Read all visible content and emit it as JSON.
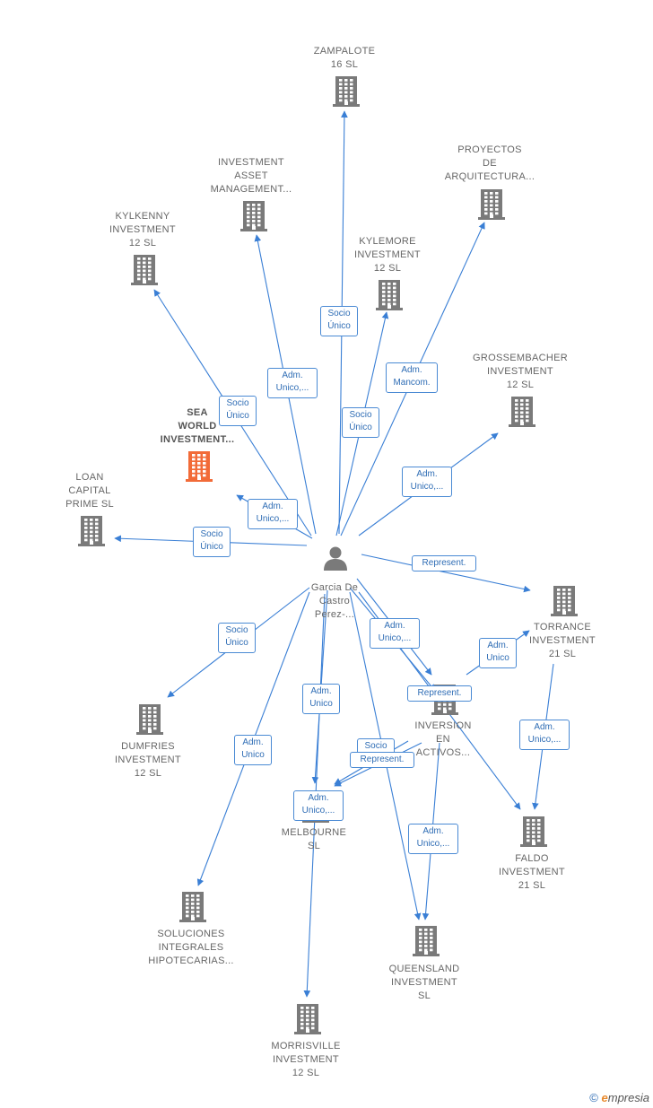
{
  "colors": {
    "edge": "#3a7fd5",
    "building": "#7a7a7a",
    "highlight": "#f26b38",
    "person": "#7a7a7a"
  },
  "center": {
    "id": "center",
    "label": "Garcia De\nCastro\nPerez-...",
    "icon": "person-icon"
  },
  "nodes": [
    {
      "id": "zampalote",
      "label": "ZAMPALOTE\n16  SL",
      "icon": "building-icon"
    },
    {
      "id": "investment-asset",
      "label": "INVESTMENT\nASSET\nMANAGEMENT...",
      "icon": "building-icon"
    },
    {
      "id": "proyectos",
      "label": "PROYECTOS\nDE\nARQUITECTURA...",
      "icon": "building-icon"
    },
    {
      "id": "kylkenny",
      "label": "KYLKENNY\nINVESTMENT\n12  SL",
      "icon": "building-icon"
    },
    {
      "id": "kylemore",
      "label": "KYLEMORE\nINVESTMENT\n12  SL",
      "icon": "building-icon"
    },
    {
      "id": "grossembacher",
      "label": "GROSSEMBACHER\nINVESTMENT\n12  SL",
      "icon": "building-icon"
    },
    {
      "id": "sea-world",
      "label": "SEA\nWORLD\nINVESTMENT...",
      "icon": "building-icon",
      "highlight": true
    },
    {
      "id": "loan-capital",
      "label": "LOAN\nCAPITAL\nPRIME  SL",
      "icon": "building-icon"
    },
    {
      "id": "torrance",
      "label": "TORRANCE\nINVESTMENT\n21  SL",
      "icon": "building-icon"
    },
    {
      "id": "inversion",
      "label": "INVERSION\nEN\nACTIVOS...",
      "icon": "building-icon"
    },
    {
      "id": "dumfries",
      "label": "DUMFRIES\nINVESTMENT\n12  SL",
      "icon": "building-icon"
    },
    {
      "id": "melbourne",
      "label": "MELBOURNE\nSL",
      "icon": "building-icon"
    },
    {
      "id": "faldo",
      "label": "FALDO\nINVESTMENT\n21  SL",
      "icon": "building-icon"
    },
    {
      "id": "soluciones",
      "label": "SOLUCIONES\nINTEGRALES\nHIPOTECARIAS...",
      "icon": "building-icon"
    },
    {
      "id": "queensland",
      "label": "QUEENSLAND\nINVESTMENT\nSL",
      "icon": "building-icon"
    },
    {
      "id": "morrisville",
      "label": "MORRISVILLE\nINVESTMENT\n12  SL",
      "icon": "building-icon"
    }
  ],
  "edges": [
    {
      "from": "center",
      "to": "zampalote",
      "label": "Socio\nÚnico"
    },
    {
      "from": "center",
      "to": "investment-asset",
      "label": "Adm.\nUnico,..."
    },
    {
      "from": "center",
      "to": "proyectos",
      "label": "Adm.\nMancom."
    },
    {
      "from": "center",
      "to": "kylkenny",
      "label": "Socio\nÚnico"
    },
    {
      "from": "center",
      "to": "kylemore",
      "label": "Socio\nÚnico"
    },
    {
      "from": "center",
      "to": "grossembacher",
      "label": "Adm.\nUnico,..."
    },
    {
      "from": "center",
      "to": "sea-world",
      "label": "Adm.\nUnico,..."
    },
    {
      "from": "center",
      "to": "loan-capital",
      "label": "Socio\nÚnico"
    },
    {
      "from": "center",
      "to": "torrance",
      "label": "Represent."
    },
    {
      "from": "center",
      "to": "inversion",
      "label": "Adm.\nUnico,..."
    },
    {
      "from": "center",
      "to": "inversion",
      "label": "Represent."
    },
    {
      "from": "center",
      "to": "dumfries",
      "label": "Socio\nÚnico"
    },
    {
      "from": "center",
      "to": "melbourne",
      "label": "Adm.\nUnico"
    },
    {
      "from": "center",
      "to": "faldo",
      "label": ""
    },
    {
      "from": "center",
      "to": "soluciones",
      "label": "Adm.\nUnico"
    },
    {
      "from": "center",
      "to": "queensland",
      "label": ""
    },
    {
      "from": "center",
      "to": "morrisville",
      "label": "Adm.\nUnico,..."
    },
    {
      "from": "inversion",
      "to": "torrance",
      "label": "Adm.\nUnico"
    },
    {
      "from": "inversion",
      "to": "melbourne",
      "label": "Socio"
    },
    {
      "from": "inversion",
      "to": "melbourne",
      "label": "Represent."
    },
    {
      "from": "inversion",
      "to": "queensland",
      "label": "Adm.\nUnico,..."
    },
    {
      "from": "torrance",
      "to": "faldo",
      "label": "Adm.\nUnico,..."
    }
  ],
  "copyright": {
    "symbol": "©",
    "brand_initial": "e",
    "brand_rest": "mpresia"
  }
}
